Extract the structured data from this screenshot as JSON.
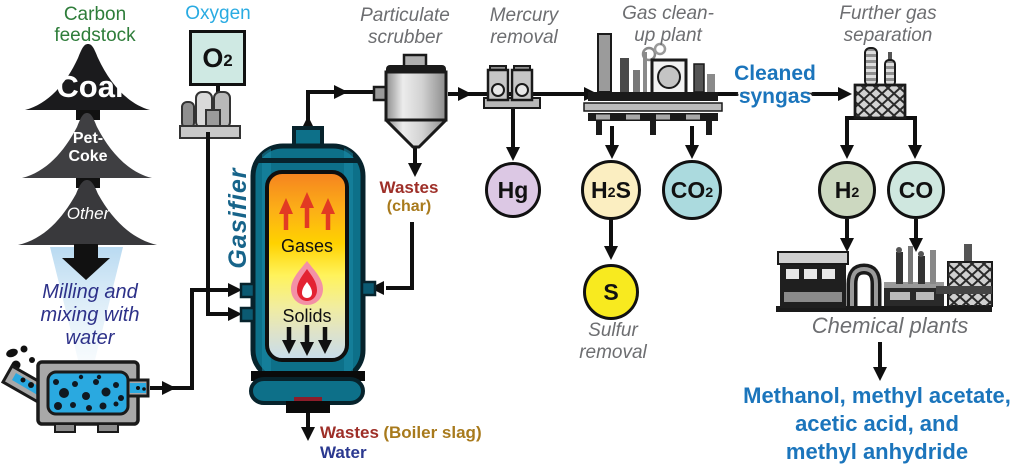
{
  "labels": {
    "carbon_feedstock_1": "Carbon",
    "carbon_feedstock_2": "feedstock",
    "oxygen": "Oxygen",
    "coal": "Coal",
    "petcoke_1": "Pet-",
    "petcoke_2": "Coke",
    "other": "Other",
    "milling_1": "Milling and",
    "milling_2": "mixing with",
    "milling_3": "water",
    "gasifier": "Gasifier",
    "gases": "Gases",
    "solids": "Solids",
    "particulate_1": "Particulate",
    "particulate_2": "scrubber",
    "wastes_char_1": "Wastes",
    "wastes_char_2": "(char)",
    "mercury_1": "Mercury",
    "mercury_2": "removal",
    "gas_cleanup_1": "Gas clean-",
    "gas_cleanup_2": "up plant",
    "cleaned_syngas_1": "Cleaned",
    "cleaned_syngas_2": "syngas",
    "further_1": "Further gas",
    "further_2": "separation",
    "sulfur_1": "Sulfur",
    "sulfur_2": "removal",
    "chemical_plants": "Chemical plants",
    "products_1": "Methanol, methyl acetate,",
    "products_2": "acetic acid, and",
    "products_3": "methyl anhydride",
    "wastes_slag_1": "Wastes",
    "wastes_slag_2": "(Boiler slag)",
    "water": "Water"
  },
  "chemicals": {
    "o2_main": "O",
    "o2_sub": "2",
    "hg": "Hg",
    "h2s_1": "H",
    "h2s_2": "2",
    "h2s_3": "S",
    "co2_main": "CO",
    "co2_sub": "2",
    "s": "S",
    "h2_main": "H",
    "h2_sub": "2",
    "co": "CO"
  },
  "colors": {
    "feedstock_green": "#2e7d3a",
    "oxygen_cyan": "#29abe2",
    "process_blue": "#1b75bc",
    "milling_navy": "#2d3189",
    "label_gray": "#6d6e71",
    "waste_red": "#9e2f28",
    "char_gold": "#a87a1c",
    "gasifier_teal": "#0d7089",
    "hg_fill": "#dcc8e4",
    "h2s_fill": "#fbeec1",
    "co2_fill": "#abdade",
    "s_fill": "#f8ea1f",
    "h2_fill": "#ccd8c0",
    "co_fill": "#cfe7df"
  }
}
